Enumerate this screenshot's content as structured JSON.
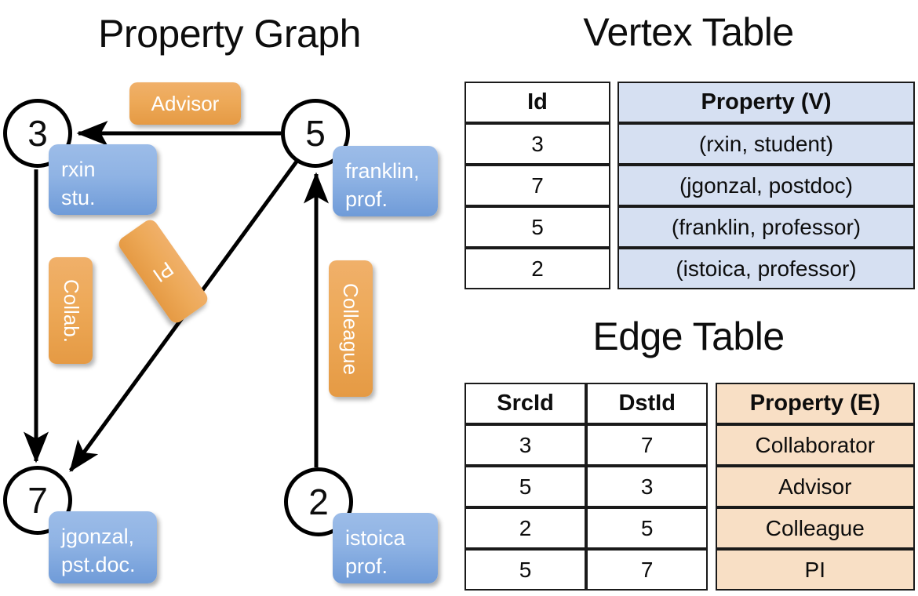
{
  "titles": {
    "property_graph": "Property Graph",
    "vertex_table": "Vertex Table",
    "edge_table": "Edge Table"
  },
  "graph": {
    "vertices": [
      {
        "id": "3",
        "property_label": "rxin\nstu."
      },
      {
        "id": "5",
        "property_label": "franklin,\nprof."
      },
      {
        "id": "7",
        "property_label": "jgonzal,\npst.doc."
      },
      {
        "id": "2",
        "property_label": "istoica\nprof."
      }
    ],
    "edge_labels": [
      {
        "name": "advisor",
        "text": "Advisor",
        "from": "5",
        "to": "3"
      },
      {
        "name": "collab",
        "text": "Collab.",
        "from": "3",
        "to": "7"
      },
      {
        "name": "pi",
        "text": "PI",
        "from": "5",
        "to": "7"
      },
      {
        "name": "colleague",
        "text": "Colleague",
        "from": "2",
        "to": "5"
      }
    ]
  },
  "vertex_table": {
    "columns": [
      "Id",
      "Property (V)"
    ],
    "rows": [
      {
        "id": "3",
        "property": "(rxin, student)"
      },
      {
        "id": "7",
        "property": "(jgonzal, postdoc)"
      },
      {
        "id": "5",
        "property": "(franklin, professor)"
      },
      {
        "id": "2",
        "property": "(istoica, professor)"
      }
    ]
  },
  "edge_table": {
    "columns": [
      "SrcId",
      "DstId",
      "Property (E)"
    ],
    "rows": [
      {
        "src": "3",
        "dst": "7",
        "property": "Collaborator"
      },
      {
        "src": "5",
        "dst": "3",
        "property": "Advisor"
      },
      {
        "src": "2",
        "dst": "5",
        "property": "Colleague"
      },
      {
        "src": "5",
        "dst": "7",
        "property": "PI"
      }
    ]
  },
  "colors": {
    "vertex_property_fill": "#d6e0f2",
    "edge_property_fill": "#f8dfc5",
    "node_box_blue": "#8fb3e4",
    "edge_label_orange": "#eda958",
    "stroke": "#000000"
  }
}
